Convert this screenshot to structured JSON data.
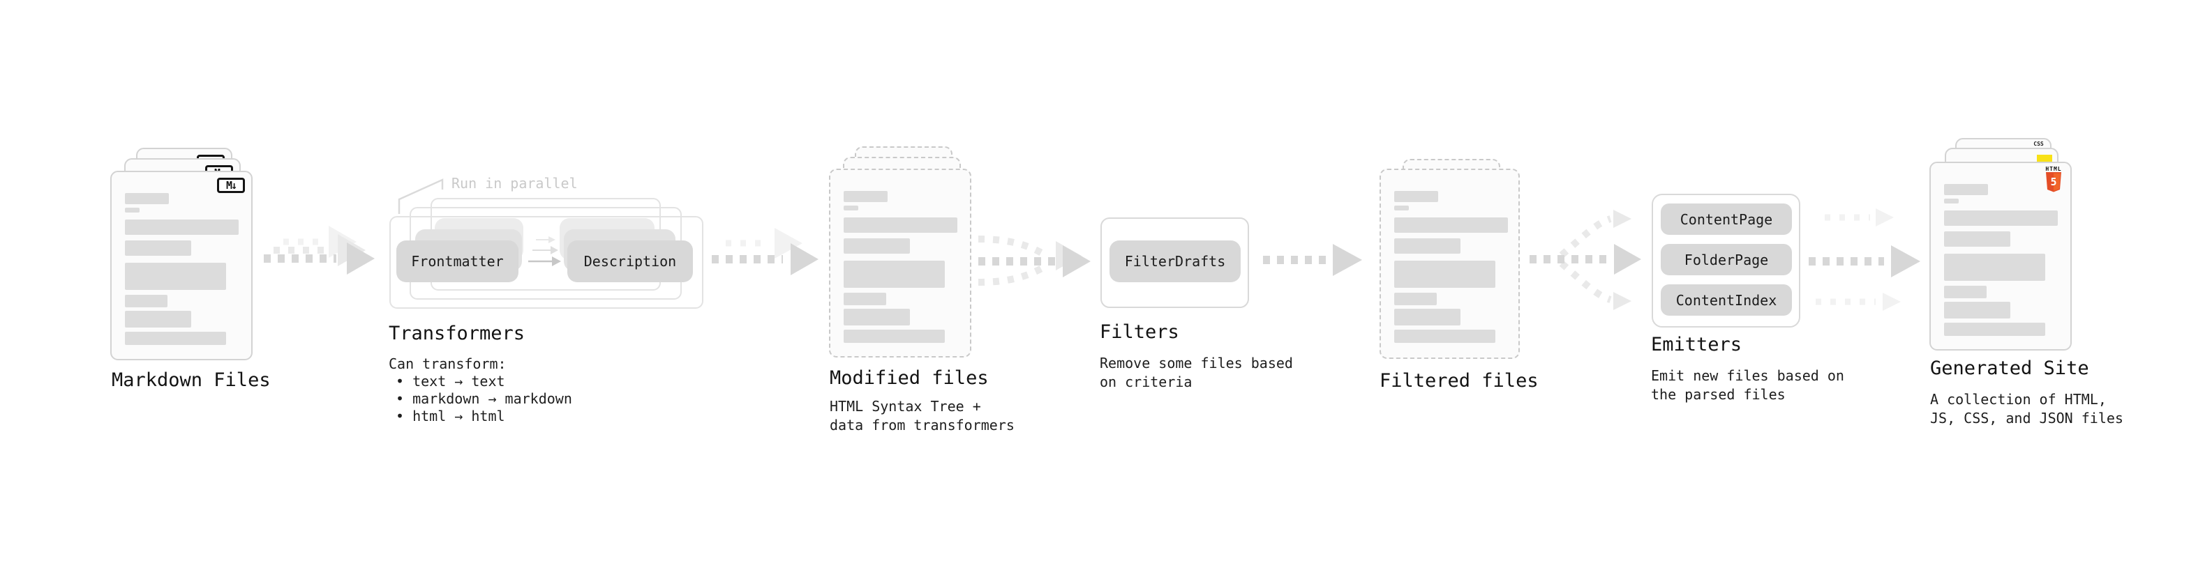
{
  "stages": {
    "markdown": {
      "title": "Markdown Files",
      "badge": "M↓"
    },
    "transformers": {
      "title": "Transformers",
      "note": "Run in parallel",
      "pill_left": "Frontmatter",
      "pill_right": "Description",
      "desc_heading": "Can transform:",
      "bullets": [
        "• text → text",
        "• markdown → markdown",
        "• html → html"
      ]
    },
    "modified": {
      "title": "Modified files",
      "desc": "HTML Syntax Tree +\ndata from transformers"
    },
    "filters": {
      "title": "Filters",
      "pill": "FilterDrafts",
      "desc": "Remove some files based\non criteria"
    },
    "filtered": {
      "title": "Filtered files"
    },
    "emitters": {
      "title": "Emitters",
      "pills": [
        "ContentPage",
        "FolderPage",
        "ContentIndex"
      ],
      "desc": "Emit new files based on\nthe parsed files"
    },
    "generated": {
      "title": "Generated Site",
      "desc": "A collection of HTML,\nJS, CSS, and JSON files",
      "badges": {
        "css": "CSS",
        "html_label": "HTML",
        "html_number": "5"
      }
    }
  },
  "icons": {
    "markdown_badge": "markdown-icon",
    "css_file": "css-file-icon",
    "js_file": "js-file-icon",
    "html5_shield": "html5-icon",
    "flow_arrows": "dashed-flow-arrow-icons"
  },
  "colors": {
    "background": "#ffffff",
    "card_fill": "#fbfbfb",
    "card_border": "#d3d3d3",
    "dashed_border": "#c9c9c9",
    "bar_gray": "#dcdcdc",
    "pill_gray": "#d8d8d8",
    "arrow_gray": "#d7d7d7",
    "note_gray": "#c9c9c9",
    "js_yellow": "#f8e117",
    "css_blue": "#2d53e5",
    "html_orange": "#e44d26",
    "html_orange_light": "#f16529"
  }
}
